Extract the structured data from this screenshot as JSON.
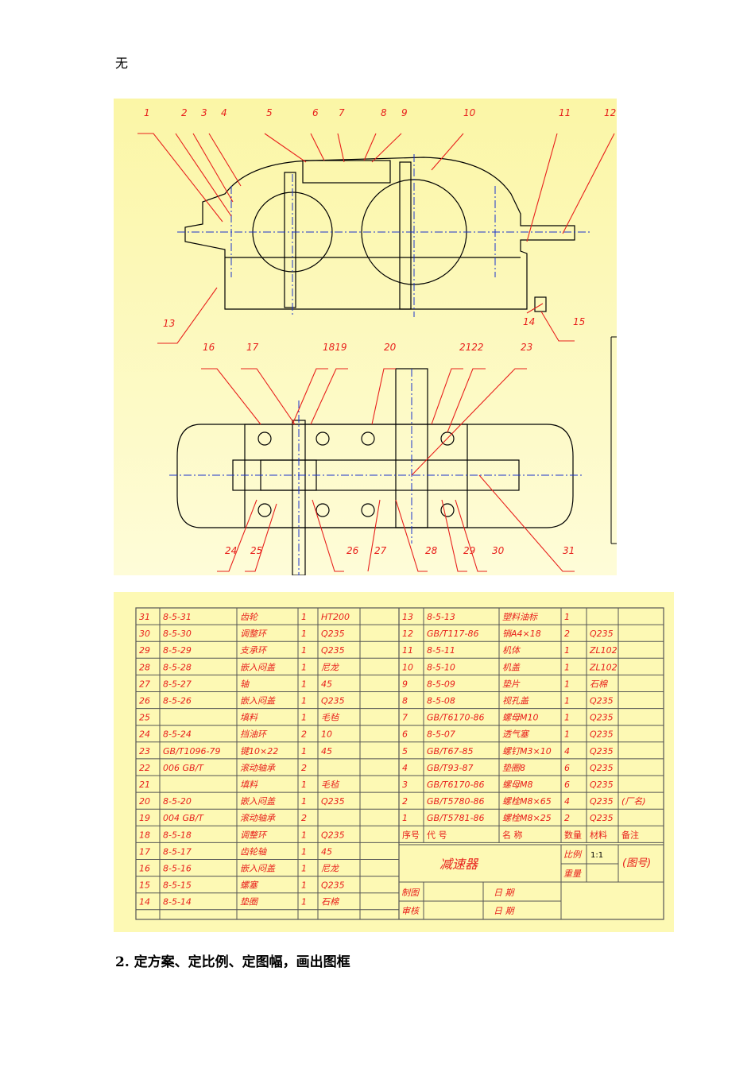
{
  "top_note": "无",
  "heading": "2.  定方案、定比例、定图幅，画出图框",
  "drawing": {
    "top_view_labels": [
      "1",
      "2",
      "3",
      "4",
      "5",
      "6",
      "7",
      "8",
      "9",
      "10",
      "11",
      "12",
      "13",
      "14",
      "15"
    ],
    "bottom_view_top_labels": [
      "16",
      "17",
      "1819",
      "20",
      "2122",
      "23"
    ],
    "bottom_view_bottom_labels": [
      "24",
      "25",
      "26",
      "27",
      "28",
      "29",
      "30",
      "31"
    ]
  },
  "bom": {
    "left_rows": [
      [
        "31",
        "8-5-31",
        "齿轮",
        "1",
        "HT200"
      ],
      [
        "30",
        "8-5-30",
        "调整环",
        "1",
        "Q235"
      ],
      [
        "29",
        "8-5-29",
        "支承环",
        "1",
        "Q235"
      ],
      [
        "28",
        "8-5-28",
        "嵌入闷盖",
        "1",
        "尼龙"
      ],
      [
        "27",
        "8-5-27",
        "轴",
        "1",
        "45"
      ],
      [
        "26",
        "8-5-26",
        "嵌入闷盖",
        "1",
        "Q235"
      ],
      [
        "25",
        "",
        "填料",
        "1",
        "毛毡"
      ],
      [
        "24",
        "8-5-24",
        "挡油环",
        "2",
        "10"
      ],
      [
        "23",
        "GB/T1096-79",
        "键10×22",
        "1",
        "45"
      ],
      [
        "22",
        "006 GB/T",
        "滚动轴承",
        "2",
        ""
      ],
      [
        "21",
        "",
        "填料",
        "1",
        "毛毡"
      ],
      [
        "20",
        "8-5-20",
        "嵌入闷盖",
        "1",
        "Q235"
      ],
      [
        "19",
        "004 GB/T",
        "滚动轴承",
        "2",
        ""
      ],
      [
        "18",
        "8-5-18",
        "调整环",
        "1",
        "Q235"
      ],
      [
        "17",
        "8-5-17",
        "齿轮轴",
        "1",
        "45"
      ],
      [
        "16",
        "8-5-16",
        "嵌入闷盖",
        "1",
        "尼龙"
      ],
      [
        "15",
        "8-5-15",
        "螺塞",
        "1",
        "Q235"
      ],
      [
        "14",
        "8-5-14",
        "垫圈",
        "1",
        "石棉"
      ]
    ],
    "right_rows": [
      [
        "13",
        "8-5-13",
        "塑料油标",
        "1",
        "",
        ""
      ],
      [
        "12",
        "GB/T117-86",
        "销A4×18",
        "2",
        "Q235",
        ""
      ],
      [
        "11",
        "8-5-11",
        "机体",
        "1",
        "ZL102",
        ""
      ],
      [
        "10",
        "8-5-10",
        "机盖",
        "1",
        "ZL102",
        ""
      ],
      [
        "9",
        "8-5-09",
        "垫片",
        "1",
        "石棉",
        ""
      ],
      [
        "8",
        "8-5-08",
        "视孔盖",
        "1",
        "Q235",
        ""
      ],
      [
        "7",
        "GB/T6170-86",
        "螺母M10",
        "1",
        "Q235",
        ""
      ],
      [
        "6",
        "8-5-07",
        "透气塞",
        "1",
        "Q235",
        ""
      ],
      [
        "5",
        "GB/T67-85",
        "螺钉M3×10",
        "4",
        "Q235",
        ""
      ],
      [
        "4",
        "GB/T93-87",
        "垫圈8",
        "6",
        "Q235",
        ""
      ],
      [
        "3",
        "GB/T6170-86",
        "螺母M8",
        "6",
        "Q235",
        ""
      ],
      [
        "2",
        "GB/T5780-86",
        "螺栓M8×65",
        "4",
        "Q235",
        "(厂名)"
      ],
      [
        "1",
        "GB/T5781-86",
        "螺栓M8×25",
        "2",
        "Q235",
        ""
      ]
    ],
    "header": [
      "序号",
      "代    号",
      "名    称",
      "数量",
      "材料",
      "备注"
    ],
    "title": "减速器",
    "ratio_label": "比例",
    "ratio_value": "1:1",
    "drawing_no": "(图号)",
    "weight_label": "重量",
    "drawn_label": "制图",
    "checked_label": "审核",
    "date_label": "日    期"
  },
  "colors": {
    "drawing_bg": "#fdf9b4",
    "label_red": "#e8201c",
    "line": "#000000",
    "centerline": "#1a33cc"
  }
}
